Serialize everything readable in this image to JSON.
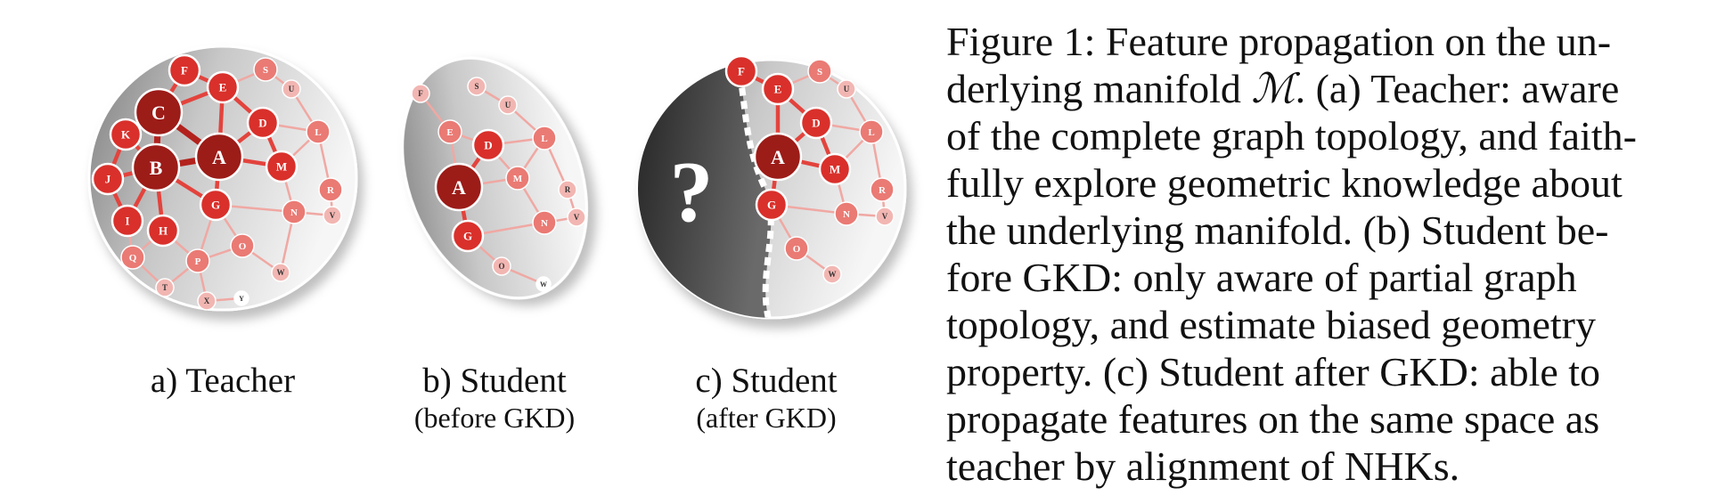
{
  "panels": [
    {
      "id": "a",
      "label": "a) Teacher",
      "sublabel": ""
    },
    {
      "id": "b",
      "label": "b) Student",
      "sublabel": "(before GKD)"
    },
    {
      "id": "c",
      "label": "c) Student",
      "sublabel": "(after GKD)"
    }
  ],
  "unknown_mark": "?",
  "caption": {
    "lines": [
      "Figure 1: Feature propagation on the un-",
      "derlying manifold ",
      "of the complete graph topology, and faith-",
      "fully explore geometric knowledge about",
      "the underlying manifold. (b) Student be-",
      "fore GKD: only aware of partial graph",
      "topology, and estimate biased geometry",
      "property. (c) Student after GKD: able to",
      "propagate features on the same space as",
      "teacher by alignment of NHKs."
    ],
    "manifold_symbol": "ℳ",
    "line2_tail": ". (a) Teacher: aware"
  },
  "graphs": {
    "teacher": {
      "nodes": [
        {
          "id": "A",
          "level": 1
        },
        {
          "id": "B",
          "level": 1
        },
        {
          "id": "C",
          "level": 1
        },
        {
          "id": "D",
          "level": 2
        },
        {
          "id": "E",
          "level": 2
        },
        {
          "id": "F",
          "level": 2
        },
        {
          "id": "G",
          "level": 2
        },
        {
          "id": "H",
          "level": 2
        },
        {
          "id": "I",
          "level": 2
        },
        {
          "id": "J",
          "level": 2
        },
        {
          "id": "K",
          "level": 2
        },
        {
          "id": "M",
          "level": 2
        },
        {
          "id": "L",
          "level": 3
        },
        {
          "id": "N",
          "level": 3
        },
        {
          "id": "O",
          "level": 3
        },
        {
          "id": "P",
          "level": 3
        },
        {
          "id": "Q",
          "level": 3
        },
        {
          "id": "R",
          "level": 3
        },
        {
          "id": "S",
          "level": 3
        },
        {
          "id": "U",
          "level": 4
        },
        {
          "id": "V",
          "level": 4
        },
        {
          "id": "W",
          "level": 4
        },
        {
          "id": "T",
          "level": 4
        },
        {
          "id": "X",
          "level": 4
        },
        {
          "id": "Y",
          "level": 5
        }
      ],
      "edges": [
        [
          "C",
          "B"
        ],
        [
          "C",
          "A"
        ],
        [
          "B",
          "A"
        ],
        [
          "C",
          "F"
        ],
        [
          "C",
          "K"
        ],
        [
          "C",
          "E"
        ],
        [
          "B",
          "K"
        ],
        [
          "B",
          "J"
        ],
        [
          "B",
          "I"
        ],
        [
          "B",
          "H"
        ],
        [
          "B",
          "G"
        ],
        [
          "A",
          "D"
        ],
        [
          "A",
          "M"
        ],
        [
          "A",
          "G"
        ],
        [
          "A",
          "E"
        ],
        [
          "E",
          "F"
        ],
        [
          "E",
          "S"
        ],
        [
          "E",
          "D"
        ],
        [
          "D",
          "L"
        ],
        [
          "D",
          "M"
        ],
        [
          "M",
          "L"
        ],
        [
          "M",
          "N"
        ],
        [
          "G",
          "N"
        ],
        [
          "G",
          "O"
        ],
        [
          "G",
          "P"
        ],
        [
          "H",
          "P"
        ],
        [
          "H",
          "Q"
        ],
        [
          "I",
          "Q"
        ],
        [
          "I",
          "J"
        ],
        [
          "J",
          "K"
        ],
        [
          "L",
          "U"
        ],
        [
          "L",
          "R"
        ],
        [
          "N",
          "V"
        ],
        [
          "N",
          "W"
        ],
        [
          "O",
          "W"
        ],
        [
          "P",
          "T"
        ],
        [
          "P",
          "X"
        ],
        [
          "Q",
          "T"
        ],
        [
          "X",
          "Y"
        ],
        [
          "R",
          "V"
        ],
        [
          "S",
          "U"
        ],
        [
          "O",
          "P"
        ]
      ]
    },
    "student_before": {
      "nodes": [
        {
          "id": "A",
          "level": 1
        },
        {
          "id": "D",
          "level": 2
        },
        {
          "id": "G",
          "level": 2
        },
        {
          "id": "E",
          "level": 3
        },
        {
          "id": "L",
          "level": 3
        },
        {
          "id": "M",
          "level": 3
        },
        {
          "id": "N",
          "level": 3
        },
        {
          "id": "F",
          "level": 4
        },
        {
          "id": "S",
          "level": 4
        },
        {
          "id": "U",
          "level": 4
        },
        {
          "id": "R",
          "level": 4
        },
        {
          "id": "V",
          "level": 4
        },
        {
          "id": "O",
          "level": 4
        },
        {
          "id": "W",
          "level": 5
        }
      ],
      "edges": [
        [
          "A",
          "D"
        ],
        [
          "A",
          "G"
        ],
        [
          "A",
          "M"
        ],
        [
          "A",
          "E"
        ],
        [
          "E",
          "F"
        ],
        [
          "E",
          "D"
        ],
        [
          "D",
          "L"
        ],
        [
          "D",
          "M"
        ],
        [
          "L",
          "U"
        ],
        [
          "S",
          "U"
        ],
        [
          "M",
          "N"
        ],
        [
          "G",
          "N"
        ],
        [
          "G",
          "O"
        ],
        [
          "N",
          "V"
        ],
        [
          "L",
          "R"
        ],
        [
          "R",
          "V"
        ],
        [
          "O",
          "W"
        ],
        [
          "M",
          "L"
        ]
      ]
    },
    "student_after": {
      "nodes": [
        {
          "id": "A",
          "level": 1
        },
        {
          "id": "D",
          "level": 2
        },
        {
          "id": "E",
          "level": 2
        },
        {
          "id": "F",
          "level": 2
        },
        {
          "id": "G",
          "level": 2
        },
        {
          "id": "M",
          "level": 2
        },
        {
          "id": "L",
          "level": 3
        },
        {
          "id": "N",
          "level": 3
        },
        {
          "id": "O",
          "level": 3
        },
        {
          "id": "R",
          "level": 3
        },
        {
          "id": "S",
          "level": 3
        },
        {
          "id": "U",
          "level": 4
        },
        {
          "id": "V",
          "level": 4
        },
        {
          "id": "W",
          "level": 4
        }
      ],
      "edges": [
        [
          "F",
          "E"
        ],
        [
          "E",
          "S"
        ],
        [
          "E",
          "D"
        ],
        [
          "A",
          "E"
        ],
        [
          "A",
          "D"
        ],
        [
          "A",
          "M"
        ],
        [
          "A",
          "G"
        ],
        [
          "D",
          "L"
        ],
        [
          "D",
          "M"
        ],
        [
          "M",
          "L"
        ],
        [
          "M",
          "N"
        ],
        [
          "G",
          "N"
        ],
        [
          "G",
          "O"
        ],
        [
          "L",
          "U"
        ],
        [
          "L",
          "R"
        ],
        [
          "N",
          "V"
        ],
        [
          "R",
          "V"
        ],
        [
          "O",
          "W"
        ],
        [
          "S",
          "U"
        ]
      ]
    }
  },
  "colors": {
    "level1": "#9c1c18",
    "level2": "#d9302b",
    "level3": "#ea7a74",
    "level4": "#f2b6b2",
    "level5": "#ffffff",
    "edge_strong": "#b3211c",
    "edge_mid": "#e3433d",
    "edge_light": "#f0a8a3"
  }
}
